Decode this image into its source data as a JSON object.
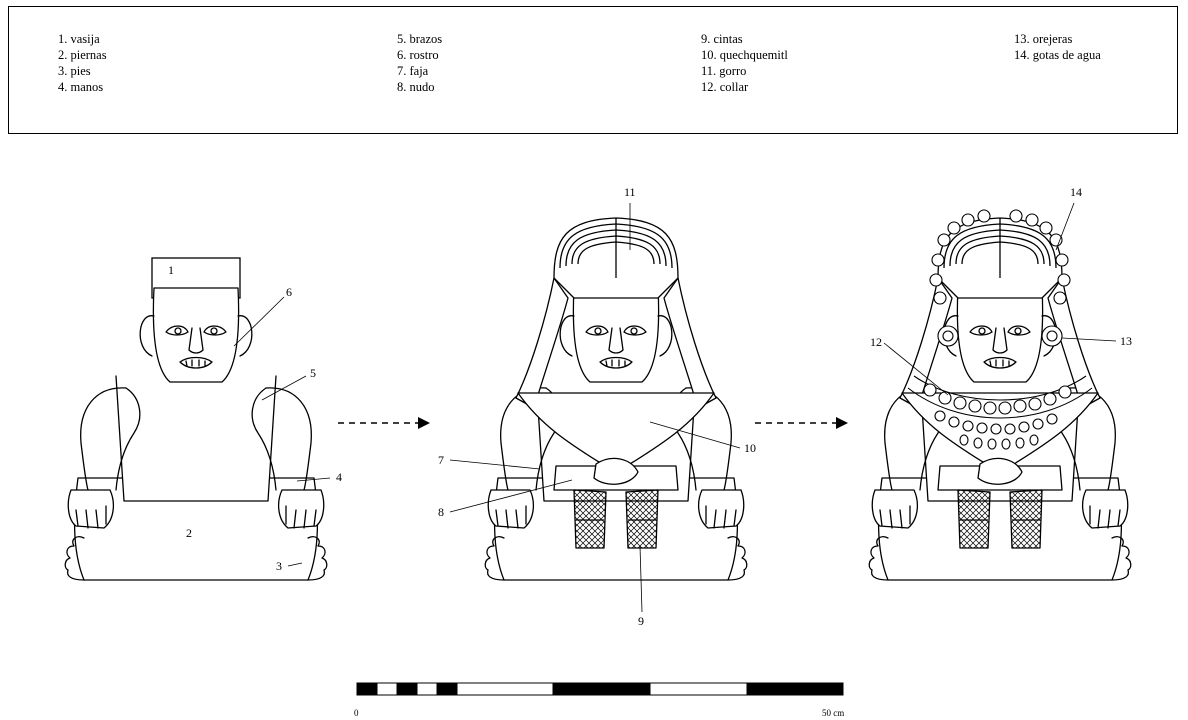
{
  "legend": {
    "col1": [
      "1. vasija",
      "2. piernas",
      "3. pies",
      "4. manos"
    ],
    "col2": [
      "5. brazos",
      "6. rostro",
      "7. faja",
      "8. nudo"
    ],
    "col3": [
      "9. cintas",
      "10. quechquemitl",
      "11. gorro",
      "12. collar"
    ],
    "col4": [
      "13. orejeras",
      "14. gotas de agua"
    ]
  },
  "figure1_labels": {
    "n1": "1",
    "n2": "2",
    "n3": "3",
    "n4": "4",
    "n5": "5",
    "n6": "6"
  },
  "figure2_labels": {
    "n7": "7",
    "n8": "8",
    "n9": "9",
    "n10": "10",
    "n11": "11"
  },
  "figure3_labels": {
    "n12": "12",
    "n13": "13",
    "n14": "14"
  },
  "scale": {
    "start": "0",
    "end": "50 cm"
  }
}
